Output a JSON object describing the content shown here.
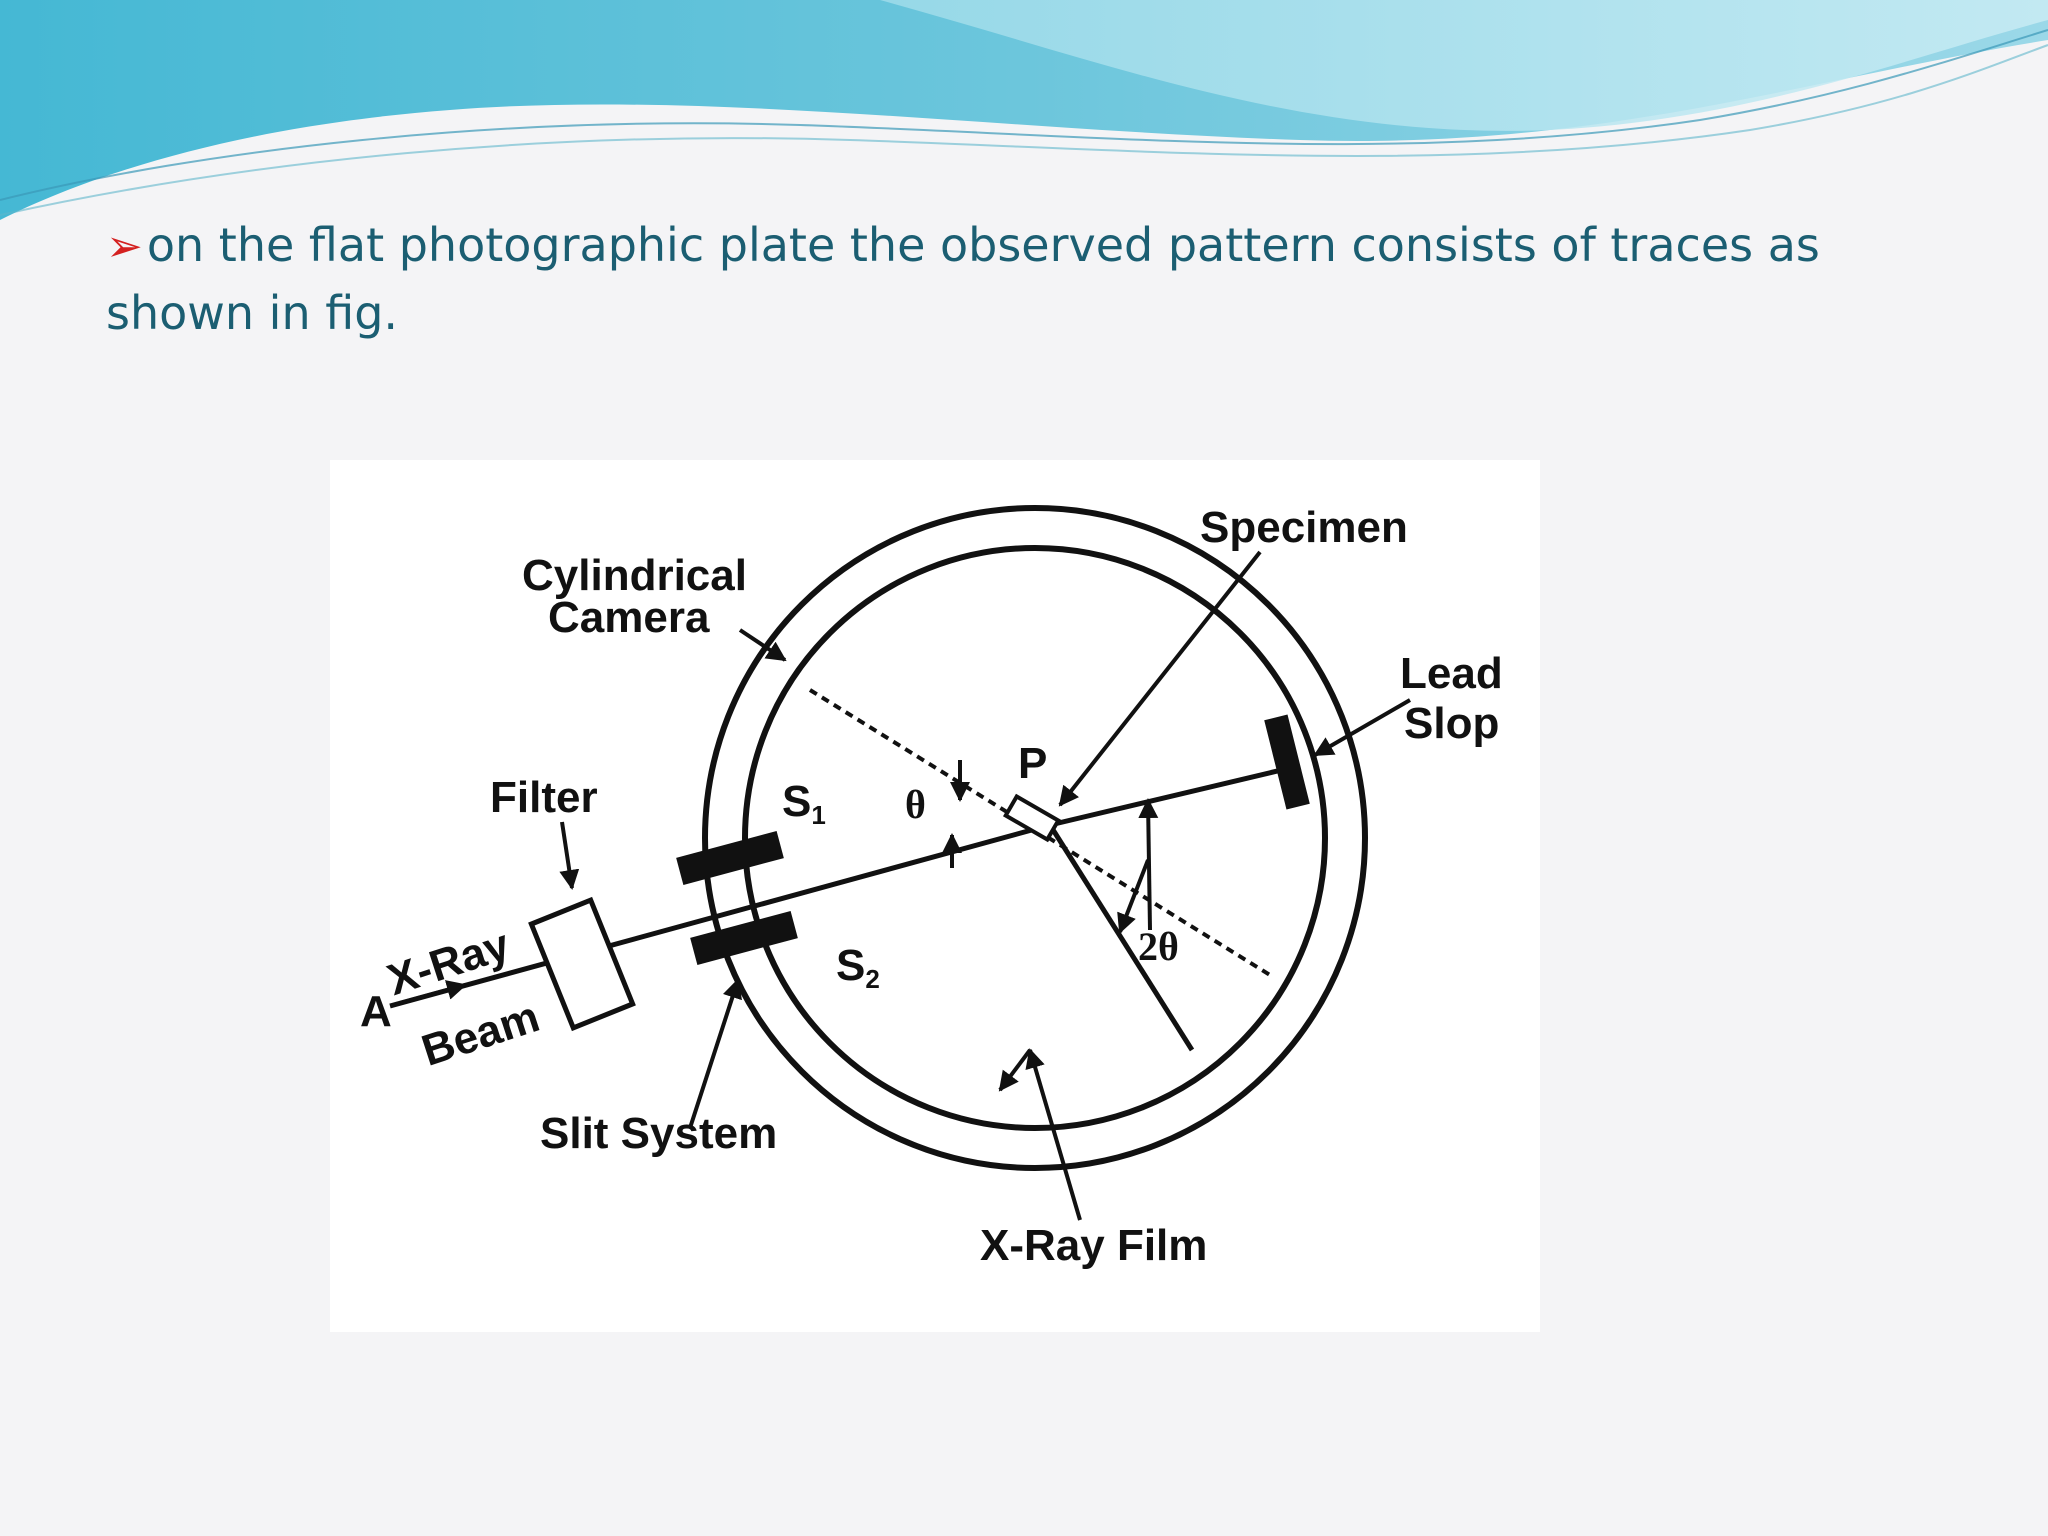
{
  "slide": {
    "bullet_marker": "➢",
    "bullet_text": "on the flat photographic plate the observed pattern consists of traces as shown in fig."
  },
  "theme": {
    "text_color": "#1b5e72",
    "bullet_color": "#d42020",
    "wave_dark": "#4fb3cf",
    "wave_light": "#8fd3e6"
  },
  "figure": {
    "labels": {
      "cylindrical_camera_line1": "Cylindrical",
      "cylindrical_camera_line2": "Camera",
      "specimen": "Specimen",
      "lead_stop_line1": "Lead",
      "lead_stop_line2": "Slop",
      "filter": "Filter",
      "xray_line1": "X-Ray",
      "xray_line2": "Beam",
      "point_a": "A",
      "point_p": "P",
      "slit_s1": "S",
      "slit_s1_sub": "1",
      "slit_s2": "S",
      "slit_s2_sub": "2",
      "theta": "θ",
      "two_theta": "2θ",
      "slit_system": "Slit System",
      "xray_film": "X-Ray Film"
    }
  }
}
